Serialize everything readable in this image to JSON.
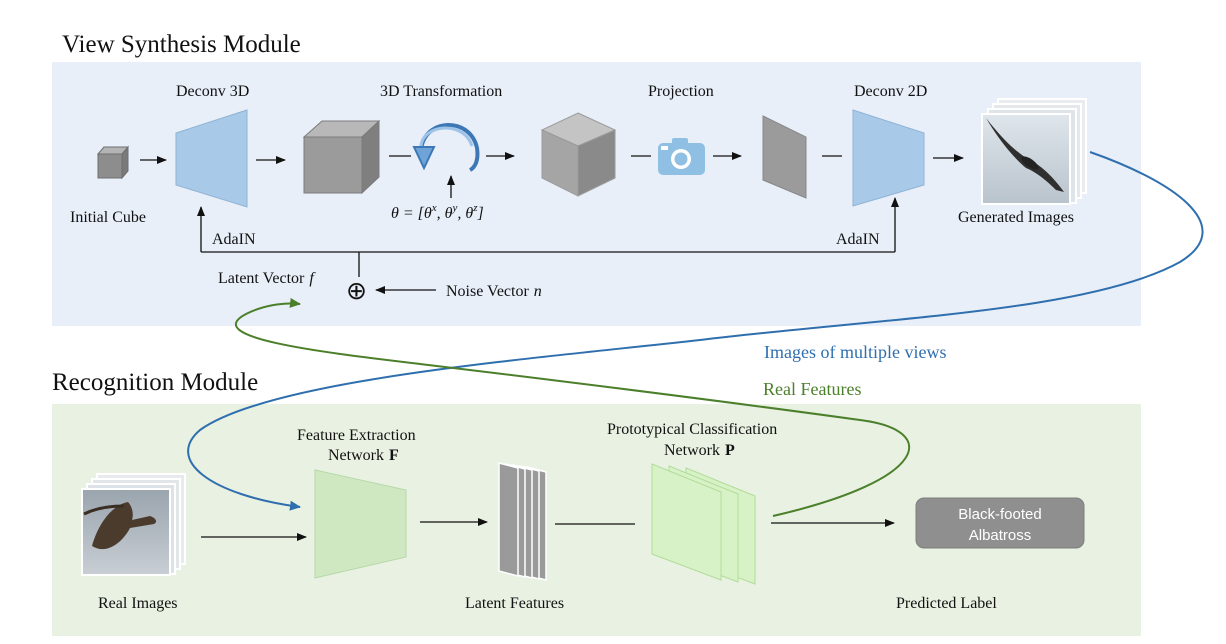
{
  "sections": {
    "view_synthesis": "View Synthesis Module",
    "recognition": "Recognition Module"
  },
  "view_synthesis": {
    "initial_cube": "Initial Cube",
    "deconv3d": "Deconv 3D",
    "transform3d": "3D Transformation",
    "theta_prefix": "θ = [θ",
    "theta_x": "x",
    "theta_comma1": ", θ",
    "theta_y": "y",
    "theta_comma2": ", θ",
    "theta_z": "z",
    "theta_suffix": "]",
    "projection": "Projection",
    "deconv2d": "Deconv 2D",
    "generated_images": "Generated Images",
    "adain_left": "AdaIN",
    "adain_right": "AdaIN",
    "latent_vector": "Latent Vector",
    "latent_symbol": "f",
    "noise_vector": "Noise Vector",
    "noise_symbol": "n",
    "oplus": "⊕"
  },
  "connectors": {
    "multiple_views": "Images of multiple views",
    "real_features": "Real Features"
  },
  "recognition": {
    "real_images": "Real Images",
    "feature_extraction_line1": "Feature Extraction",
    "feature_extraction_line2": "Network",
    "feature_extraction_symbol": "F",
    "latent_features": "Latent Features",
    "prototypical_line1": "Prototypical Classification",
    "prototypical_line2": "Network",
    "prototypical_symbol": "P",
    "predicted_label": "Predicted Label",
    "label_line1": "Black-footed",
    "label_line2": "Albatross"
  },
  "colors": {
    "top_panel": "#e8eff9",
    "bottom_panel": "#e8f1e2",
    "deconv_fill": "#a9c9e8",
    "feature_fill": "#cfe8c2",
    "proto_fill": "#d8f2c8",
    "cube_gray": "#9c9c9c",
    "blue_curve": "#2f6fae",
    "green_curve": "#4b7f2a",
    "label_pill": "#8f8f8f"
  }
}
